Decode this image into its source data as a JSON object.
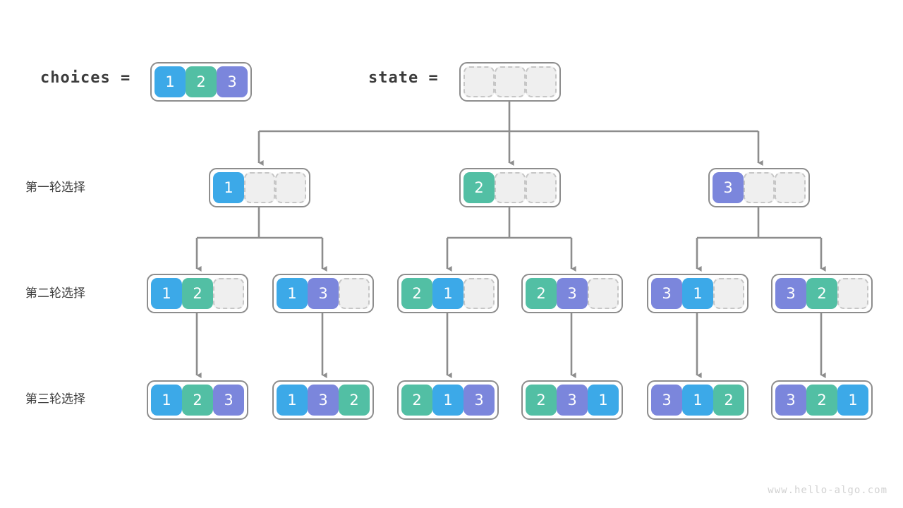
{
  "diagram": {
    "title_watermark": "www.hello-algo.com",
    "labels": {
      "choices": "choices =",
      "state": "state ="
    },
    "row_labels": [
      "第一轮选择",
      "第二轮选择",
      "第三轮选择"
    ],
    "palette": {
      "value_1": "#3CA9E8",
      "value_2": "#52BFA4",
      "value_3": "#7B86DC",
      "empty_cell": "#EFEFEF",
      "empty_border": "#C6C6C6",
      "frame": "#8D8D8D",
      "edge": "#8D8D8D",
      "text": "#3C3C3C",
      "watermark": "#D2D2D2"
    },
    "choices_node": {
      "cells": [
        "1",
        "2",
        "3"
      ]
    },
    "state_node": {
      "cells": [
        "",
        "",
        ""
      ]
    },
    "level1": [
      {
        "cells": [
          "1",
          "",
          ""
        ]
      },
      {
        "cells": [
          "2",
          "",
          ""
        ]
      },
      {
        "cells": [
          "3",
          "",
          ""
        ]
      }
    ],
    "level2": [
      {
        "cells": [
          "1",
          "2",
          ""
        ]
      },
      {
        "cells": [
          "1",
          "3",
          ""
        ]
      },
      {
        "cells": [
          "2",
          "1",
          ""
        ]
      },
      {
        "cells": [
          "2",
          "3",
          ""
        ]
      },
      {
        "cells": [
          "3",
          "1",
          ""
        ]
      },
      {
        "cells": [
          "3",
          "2",
          ""
        ]
      }
    ],
    "level3": [
      {
        "cells": [
          "1",
          "2",
          "3"
        ]
      },
      {
        "cells": [
          "1",
          "3",
          "2"
        ]
      },
      {
        "cells": [
          "2",
          "1",
          "3"
        ]
      },
      {
        "cells": [
          "2",
          "3",
          "1"
        ]
      },
      {
        "cells": [
          "3",
          "1",
          "2"
        ]
      },
      {
        "cells": [
          "3",
          "2",
          "1"
        ]
      }
    ]
  }
}
